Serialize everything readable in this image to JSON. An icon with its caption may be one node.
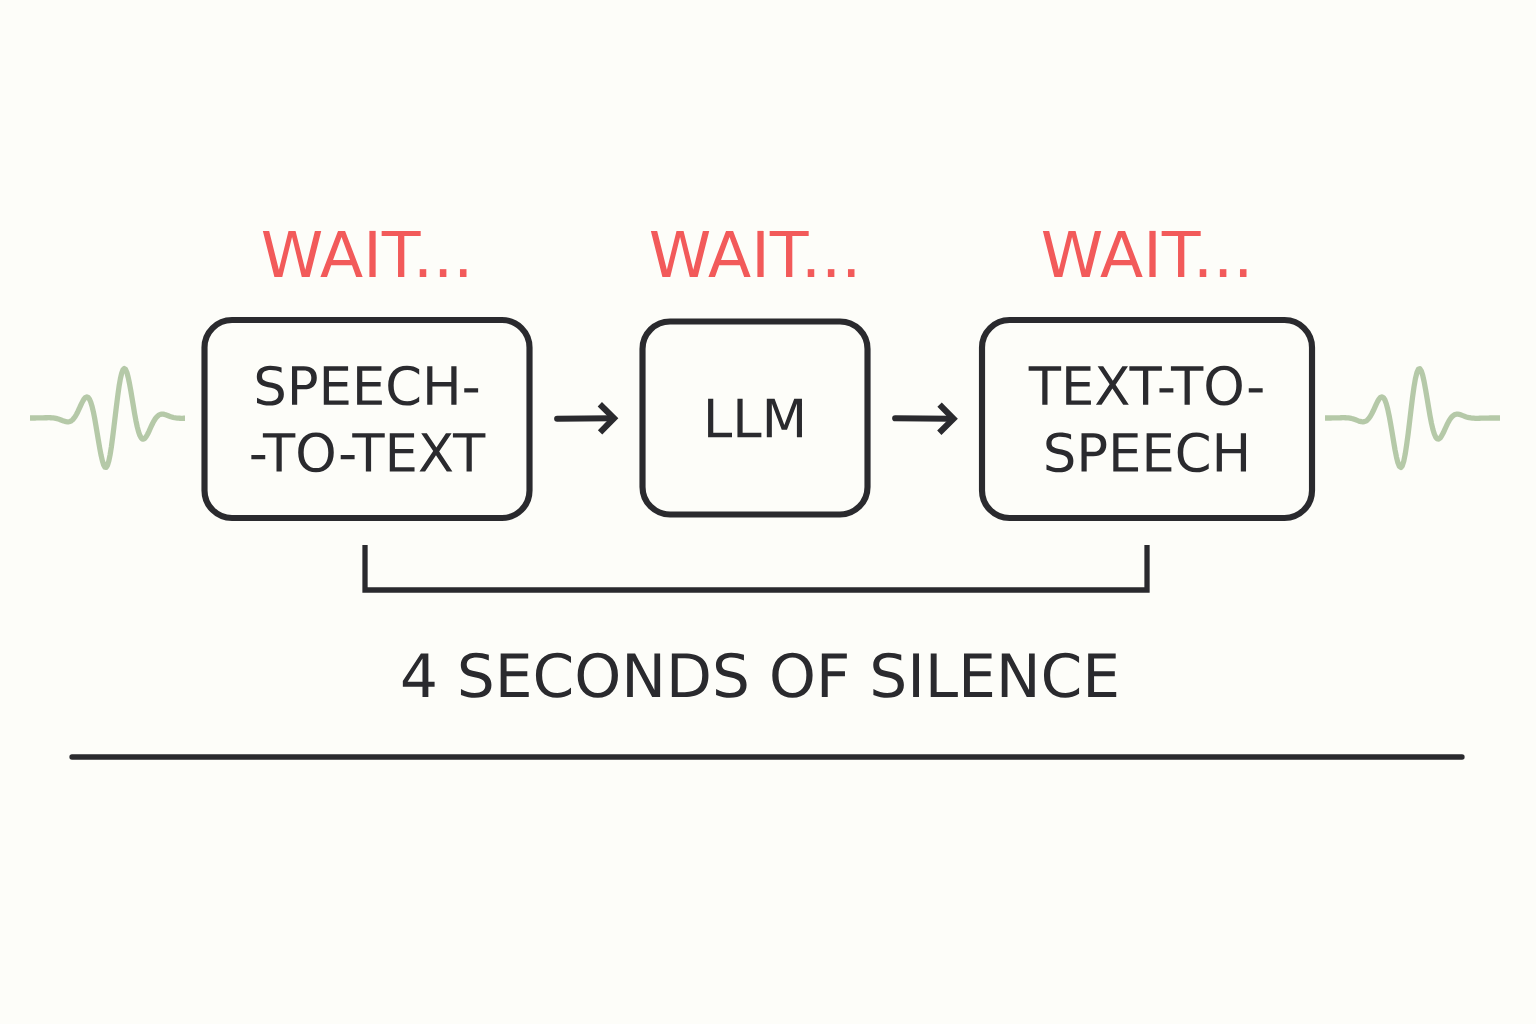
{
  "diagram": {
    "nodes": [
      {
        "text": [
          "SPEECH- -TO-TEXT"
        ],
        "beside": [
          "WAIT..."
        ]
      },
      {
        "text": [
          "LLM"
        ],
        "beside": [
          "WAIT..."
        ]
      },
      {
        "text": [
          "TEXT-TO- SPEECH"
        ],
        "beside": [
          "WAIT..."
        ]
      }
    ],
    "edges": [
      {
        "from": 0,
        "to": 1,
        "arrow": "to"
      },
      {
        "from": 1,
        "to": 2,
        "arrow": "to"
      }
    ],
    "labels": [
      "4 SECONDS OF SILENCE"
    ]
  }
}
